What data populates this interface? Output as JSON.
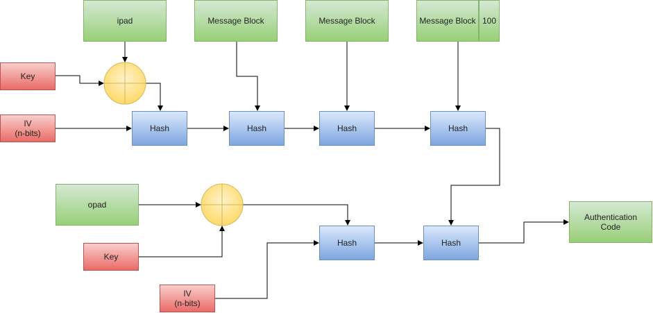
{
  "colors": {
    "green_top": "#d5e8d4",
    "green_bottom": "#97d077",
    "green_border": "#82b366",
    "red_top": "#f8cecc",
    "red_bottom": "#ea6b66",
    "red_border": "#b85450",
    "blue_top": "#dae8fc",
    "blue_bottom": "#7ea6e0",
    "blue_border": "#6c8ebf",
    "xor_fill": "#ffe599",
    "xor_border": "#d6b656",
    "edge": "#000000"
  },
  "nodes": {
    "ipad": "ipad",
    "message_block_1": "Message Block",
    "message_block_2": "Message Block",
    "message_block_3": "Message Block",
    "padding_100": "100",
    "key_top": "Key",
    "iv_top": "IV\n(n-bits)",
    "hash_1": "Hash",
    "hash_2": "Hash",
    "hash_3": "Hash",
    "hash_4": "Hash",
    "opad": "opad",
    "key_bottom": "Key",
    "iv_bottom": "IV\n(n-bits)",
    "hash_5": "Hash",
    "hash_6": "Hash",
    "output": "Authentication\nCode"
  },
  "xor_nodes": [
    "xor-top",
    "xor-bottom"
  ],
  "edges": [
    [
      "ipad",
      "xor-top"
    ],
    [
      "key_top",
      "xor-top"
    ],
    [
      "xor-top",
      "hash_1"
    ],
    [
      "iv_top",
      "hash_1"
    ],
    [
      "message_block_1",
      "hash_2"
    ],
    [
      "hash_1",
      "hash_2"
    ],
    [
      "message_block_2",
      "hash_3"
    ],
    [
      "hash_2",
      "hash_3"
    ],
    [
      "message_block_3",
      "hash_4"
    ],
    [
      "hash_3",
      "hash_4"
    ],
    [
      "opad",
      "xor-bottom"
    ],
    [
      "key_bottom",
      "xor-bottom"
    ],
    [
      "xor-bottom",
      "hash_5"
    ],
    [
      "iv_bottom",
      "hash_5"
    ],
    [
      "hash_5",
      "hash_6"
    ],
    [
      "hash_4",
      "hash_6"
    ],
    [
      "hash_6",
      "output"
    ]
  ]
}
